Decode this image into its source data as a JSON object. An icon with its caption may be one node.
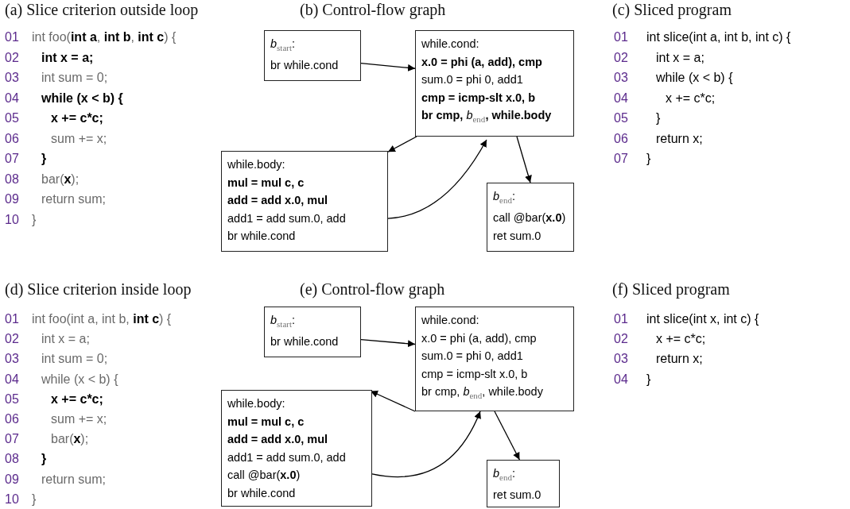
{
  "diagram": {
    "nodes": [
      {
        "text": [
          "*b*$_{start}$:",
          "br while.cond"
        ]
      },
      {
        "text": [
          "while.cond:",
          "x.0 = phi (a, add), cmp",
          "sum.0 = phi 0, add1",
          "cmp = icmp-slt x.0, b",
          "**br cmp,** *b*$_{end}$**, while.body**"
        ]
      },
      {
        "text": [
          "while.body:",
          "mul = mul c, c",
          "add = add x.0, mul",
          "add1 = add sum.0, add",
          "br while.cond"
        ]
      },
      {
        "text": [
          "*b*$_{end}$:",
          "call @bar(**x.0**)",
          "ret sum.0"
        ]
      },
      {
        "text": [
          "*b*$_{start}$:",
          "br while.cond"
        ]
      },
      {
        "text": [
          "while.cond:",
          "x.0 = phi (a, add), cmp",
          "sum.0 = phi 0, add1",
          "cmp = icmp-slt x.0, b",
          "br cmp, *b*$_{end}$, while.body"
        ]
      },
      {
        "text": [
          "while.body:",
          "mul = mul c, c",
          "add = add x.0, mul",
          "add1 = add sum.0, add",
          "call @bar(**x.0**)",
          "br while.cond"
        ]
      },
      {
        "text": [
          "*b*$_{end}$:",
          "ret sum.0"
        ]
      }
    ],
    "edges": [
      {
        "from": 0,
        "to": 1,
        "arrow": "to"
      },
      {
        "from": 1,
        "to": 2,
        "arrow": "to"
      },
      {
        "from": 2,
        "to": 1,
        "arrow": "to"
      },
      {
        "from": 1,
        "to": 3,
        "arrow": "to"
      },
      {
        "from": 4,
        "to": 5,
        "arrow": "to"
      },
      {
        "from": 5,
        "to": 6,
        "arrow": "to"
      },
      {
        "from": 6,
        "to": 5,
        "arrow": "to"
      },
      {
        "from": 5,
        "to": 7,
        "arrow": "to"
      }
    ],
    "labels": [
      "(a) Slice criterion outside loop",
      "01",
      "int foo(**int a**, **int b**, **int c**) {",
      "02",
      "int x = a;",
      "03",
      "int sum = 0;",
      "04",
      "while (x < b) {",
      "05",
      "x += c*c;",
      "06",
      "sum += x;",
      "07",
      "}",
      "08",
      "bar(**x**);",
      "09",
      "return sum;",
      "10",
      "}",
      "(b) Control-flow graph",
      "(c) Sliced program",
      "01",
      "int slice(int a, int b, int c) {",
      "02",
      "int x = a;",
      "03",
      "while (x < b) {",
      "04",
      "x += c*c;",
      "05",
      "}",
      "06",
      "return x;",
      "07",
      "}",
      "(d) Slice criterion inside loop",
      "01",
      "int foo(int a, int b, **int c**) {",
      "02",
      "int x = a;",
      "03",
      "int sum = 0;",
      "04",
      "while (x < b) {",
      "05",
      "x += c*c;",
      "06",
      "sum += x;",
      "07",
      "bar(**x**);",
      "08",
      "}",
      "09",
      "return sum;",
      "10",
      "}",
      "(e) Control-flow graph",
      "(f) Sliced program",
      "01",
      "int slice(int x, int c) {",
      "02",
      "x += c*c;",
      "03",
      "return x;",
      "04",
      "}"
    ]
  }
}
